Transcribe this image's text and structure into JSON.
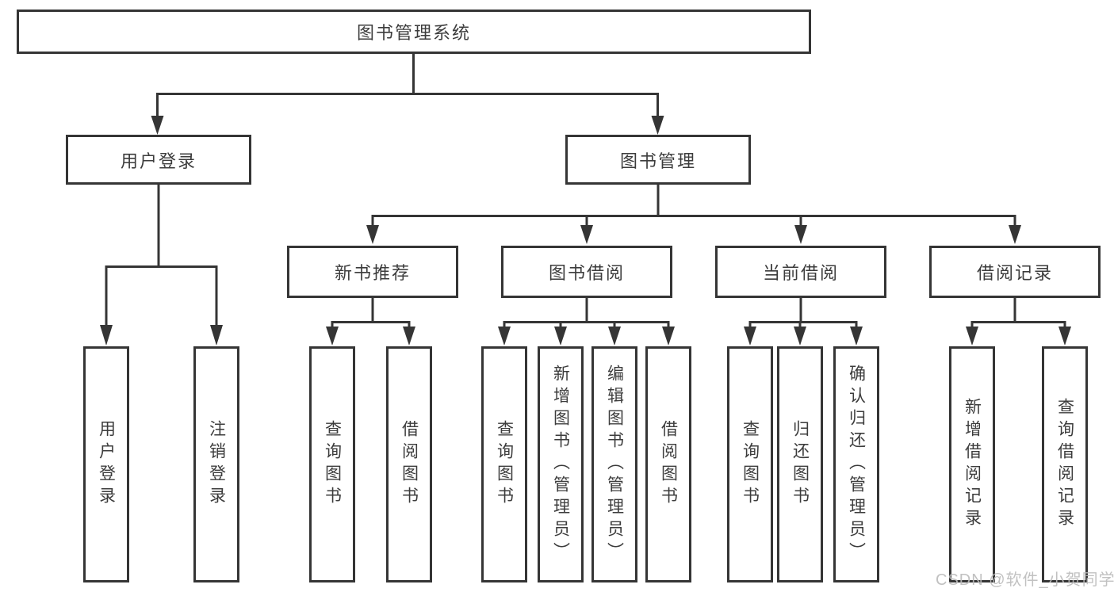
{
  "tree": {
    "root": {
      "label": "图书管理系统"
    },
    "branches": [
      {
        "label": "用户登录",
        "children": [
          {
            "label": "用户登录"
          },
          {
            "label": "注销登录"
          }
        ]
      },
      {
        "label": "图书管理",
        "groups": [
          {
            "label": "新书推荐",
            "children": [
              {
                "label": "查询图书"
              },
              {
                "label": "借阅图书"
              }
            ]
          },
          {
            "label": "图书借阅",
            "children": [
              {
                "label": "查询图书"
              },
              {
                "label": "新增图书（管理员）"
              },
              {
                "label": "编辑图书（管理员）"
              },
              {
                "label": "借阅图书"
              }
            ]
          },
          {
            "label": "当前借阅",
            "children": [
              {
                "label": "查询图书"
              },
              {
                "label": "归还图书"
              },
              {
                "label": "确认归还（管理员）"
              }
            ]
          },
          {
            "label": "借阅记录",
            "children": [
              {
                "label": "新增借阅记录"
              },
              {
                "label": "查询借阅记录"
              }
            ]
          }
        ]
      }
    ]
  },
  "watermark": {
    "text": "CSDN @软件_小贺同学"
  },
  "colors": {
    "line": "#353535",
    "text": "#3c3c3c",
    "watermark": "#bcbcbc",
    "background": "#ffffff"
  }
}
